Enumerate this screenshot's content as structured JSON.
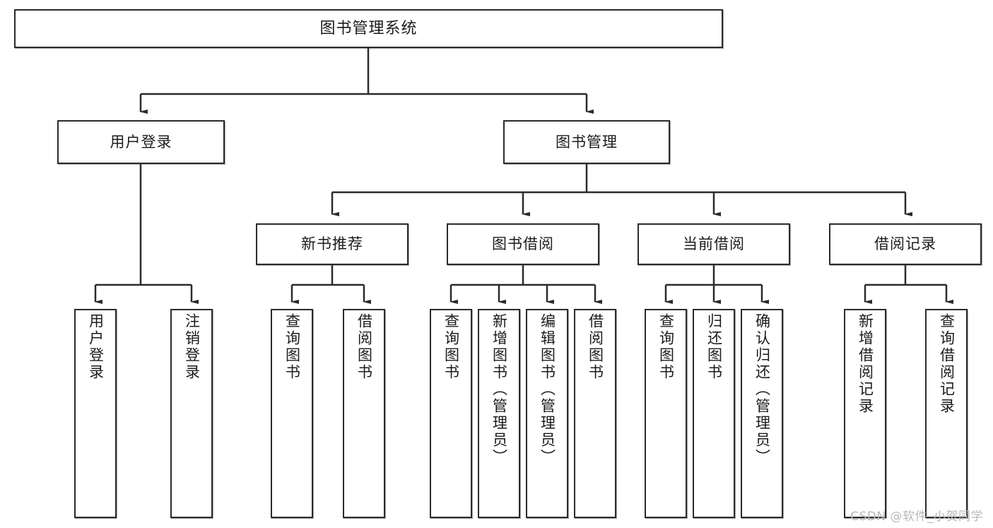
{
  "diagram": {
    "title": "图书管理系统",
    "type": "tree-structure-chart",
    "watermark": "CSDN @软件_小贺同学",
    "colors": {
      "background": "#ffffff",
      "node_border": "#2b2b2b",
      "node_fill": "#ffffff",
      "edge": "#2b2b2b",
      "text": "#1b1b1b",
      "watermark": "#b9b9b9"
    },
    "nodes": {
      "root": {
        "label": "图书管理系统"
      },
      "level2": [
        {
          "label": "用户登录"
        },
        {
          "label": "图书管理"
        }
      ],
      "level3": [
        {
          "label": "新书推荐"
        },
        {
          "label": "图书借阅"
        },
        {
          "label": "当前借阅"
        },
        {
          "label": "借阅记录"
        }
      ],
      "leaves": [
        {
          "label": "用户登录"
        },
        {
          "label": "注销登录"
        },
        {
          "label": "查询图书"
        },
        {
          "label": "借阅图书"
        },
        {
          "label": "查询图书"
        },
        {
          "label": "新增图书（管理员）"
        },
        {
          "label": "编辑图书（管理员）"
        },
        {
          "label": "借阅图书"
        },
        {
          "label": "查询图书"
        },
        {
          "label": "归还图书"
        },
        {
          "label": "确认归还（管理员）"
        },
        {
          "label": "新增借阅记录"
        },
        {
          "label": "查询借阅记录"
        }
      ]
    }
  }
}
